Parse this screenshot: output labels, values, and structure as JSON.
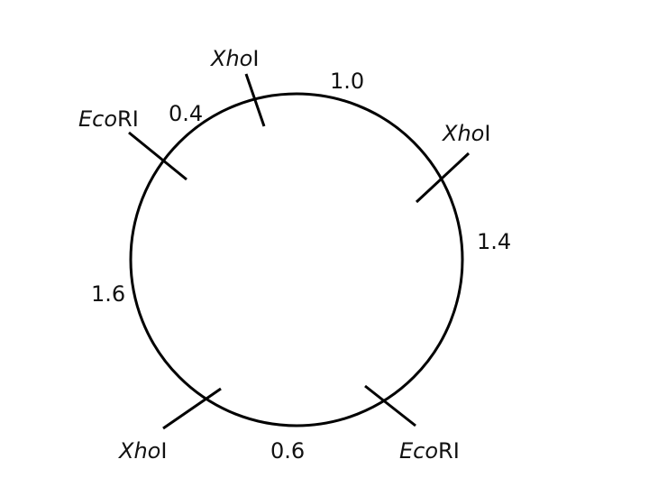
{
  "diagram": {
    "stroke_color": "#000000",
    "text_color": "#111111",
    "sites": [
      {
        "id": "xho1",
        "enzyme_italic": "Xho",
        "enzyme_suffix": "I"
      },
      {
        "id": "xho2",
        "enzyme_italic": "Xho",
        "enzyme_suffix": "I"
      },
      {
        "id": "eco1",
        "enzyme_italic": "Eco",
        "enzyme_suffix": "RI"
      },
      {
        "id": "xho3",
        "enzyme_italic": "Xho",
        "enzyme_suffix": "I"
      },
      {
        "id": "eco2",
        "enzyme_italic": "Eco",
        "enzyme_suffix": "RI"
      }
    ],
    "fragments": [
      {
        "id": "f-xho1-xho2",
        "length": "1.0"
      },
      {
        "id": "f-xho2-eco1",
        "length": "1.4"
      },
      {
        "id": "f-eco1-xho3",
        "length": "0.6"
      },
      {
        "id": "f-xho3-eco2",
        "length": "1.6"
      },
      {
        "id": "f-eco2-xho1",
        "length": "0.4"
      }
    ]
  }
}
